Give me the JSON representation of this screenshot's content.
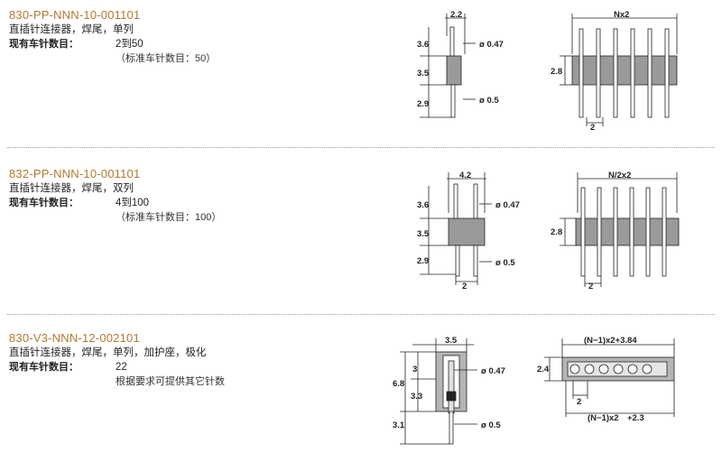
{
  "products": [
    {
      "part_number": "830-PP-NNN-10-001101",
      "description": "直插针连接器，焊尾，单列",
      "label": "现有车针数目：",
      "value": "2到50",
      "note": "（标准车针数目：50）",
      "side_dims": [
        "2.2",
        "3.6",
        "ø 0.47",
        "3.5",
        "2.9",
        "ø 0.5"
      ],
      "front_dims": [
        "Nx2",
        "2.8",
        "2"
      ]
    },
    {
      "part_number": "832-PP-NNN-10-001101",
      "description": "直插针连接器，焊尾，双列",
      "label": "现有车针数目：",
      "value": "4到100",
      "note": "（标准车针数目：100）",
      "side_dims": [
        "4.2",
        "3.6",
        "ø 0.47",
        "3.5",
        "2.9",
        "ø 0.5",
        "2"
      ],
      "front_dims": [
        "N/2x2",
        "2.8",
        "2"
      ]
    },
    {
      "part_number": "830-V3-NNN-12-002101",
      "description": "直插针连接器，焊尾，单列，加护座，极化",
      "label": "现有车针数目：",
      "value": "22",
      "note": "根据要求可提供其它针数",
      "side_dims": [
        "3.5",
        "3",
        "ø 0.47",
        "6.8",
        "3.3",
        "3.1",
        "ø 0.5"
      ],
      "front_dims": [
        "(N−1)x2+3.84",
        "2.4",
        "2",
        "(N−1)x2",
        "+2.3"
      ]
    }
  ]
}
